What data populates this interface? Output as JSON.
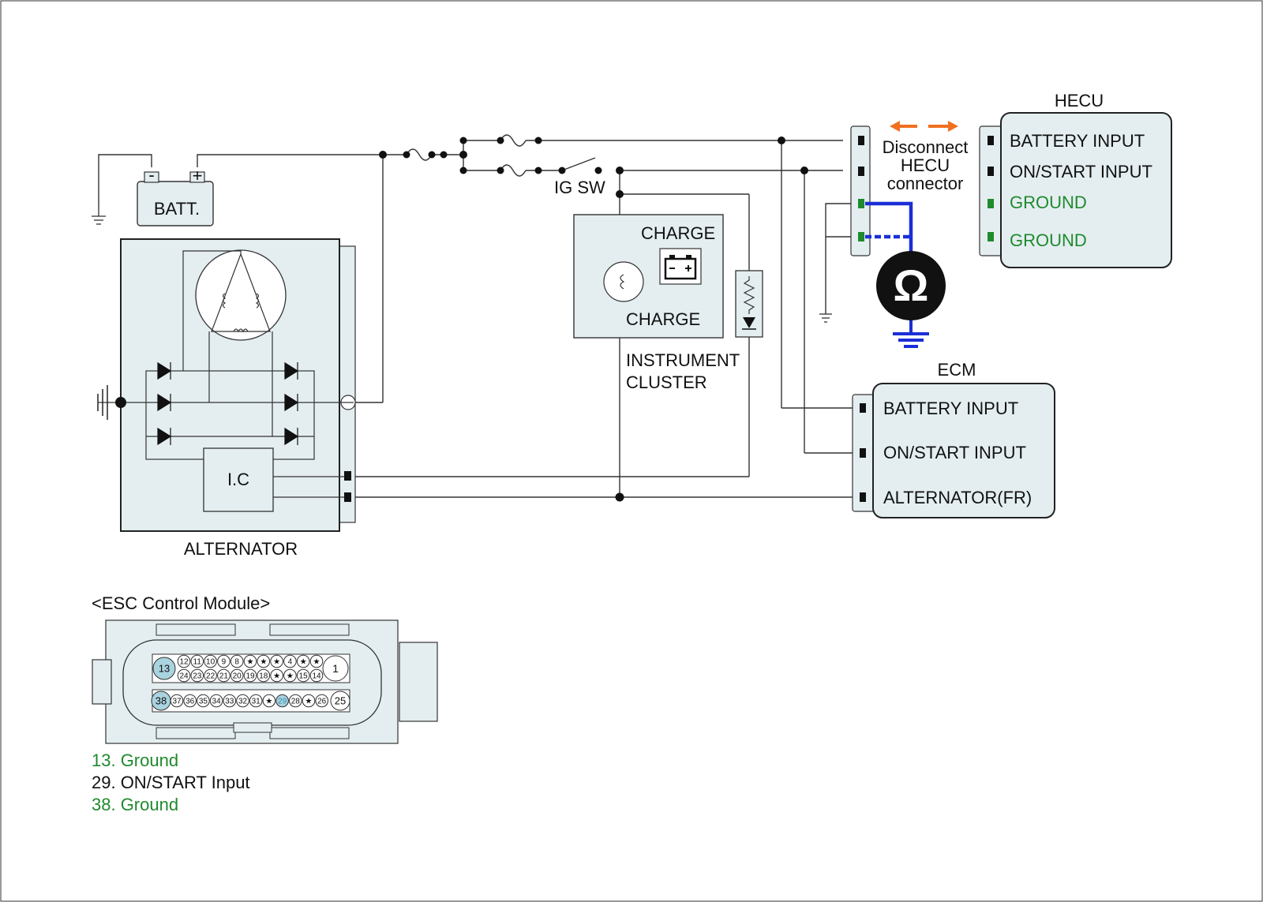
{
  "labels": {
    "batt": "BATT.",
    "batt_minus": "-",
    "batt_plus": "+",
    "ig_sw": "IG SW",
    "charge_top": "CHARGE",
    "charge_bottom": "CHARGE",
    "cluster_line1": "INSTRUMENT",
    "cluster_line2": "CLUSTER",
    "ic": "I.C",
    "alternator": "ALTERNATOR",
    "disconnect_line1": "Disconnect",
    "disconnect_line2": "HECU",
    "disconnect_line3": "connector",
    "ohm": "Ω",
    "esc_title": "<ESC Control Module>"
  },
  "hecu": {
    "title": "HECU",
    "pins": [
      "BATTERY  INPUT",
      "ON/START INPUT",
      "GROUND",
      "GROUND"
    ]
  },
  "ecm": {
    "title": "ECM",
    "pins": [
      "BATTERY  INPUT",
      "ON/START INPUT",
      "ALTERNATOR(FR)"
    ]
  },
  "esc_connector": {
    "row1_big_left": "13",
    "row1_big_right": "1",
    "row1_top": [
      "12",
      "11",
      "10",
      "9",
      "8",
      "★",
      "★",
      "★",
      "4",
      "★",
      "★"
    ],
    "row1_bottom": [
      "24",
      "23",
      "22",
      "21",
      "20",
      "19",
      "18",
      "★",
      "★",
      "15",
      "14"
    ],
    "row2_big_left": "38",
    "row2_big_right": "25",
    "row2_pins": [
      "37",
      "36",
      "35",
      "34",
      "33",
      "32",
      "31",
      "★",
      "29",
      "28",
      "★",
      "26"
    ]
  },
  "legend": [
    {
      "text": "13. Ground",
      "color": "#1f8a2e"
    },
    {
      "text": "29. ON/START Input",
      "color": "#111111"
    },
    {
      "text": "38. Ground",
      "color": "#1f8a2e"
    }
  ],
  "colors": {
    "ground_text": "#1f8a2e",
    "meter_lead": "#1a2fd6",
    "arrow": "#f07020",
    "highlight_pin": "#a9d3df",
    "box_fill": "#e4eef0"
  }
}
